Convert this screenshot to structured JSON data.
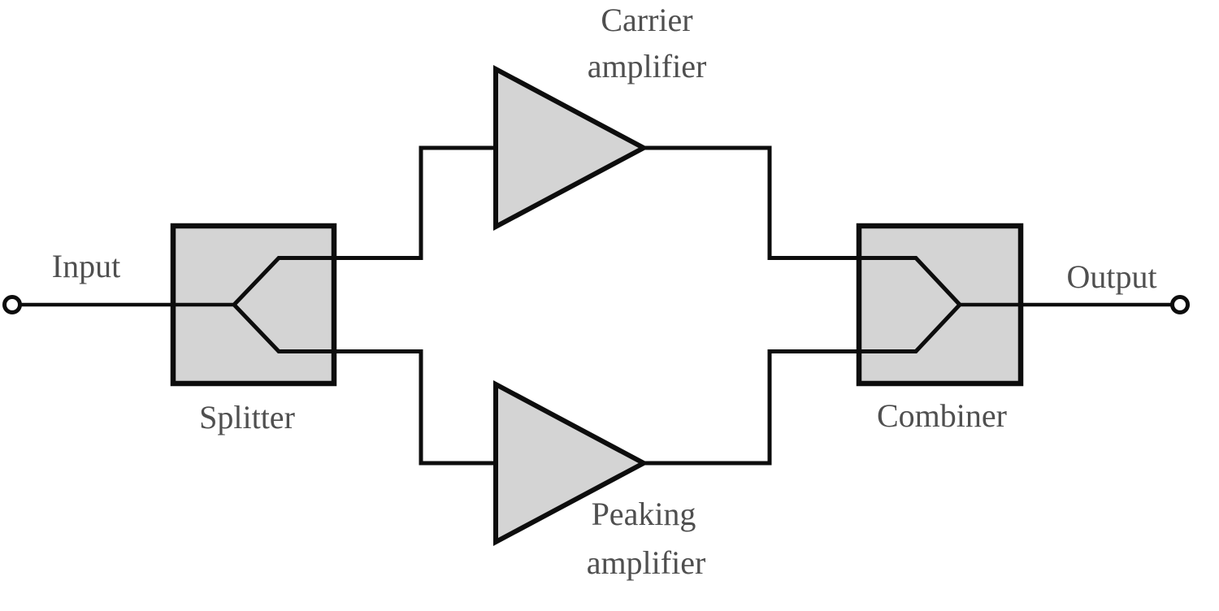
{
  "diagram": {
    "kind": "block-diagram",
    "labels": {
      "input": "Input",
      "output": "Output",
      "splitter": "Splitter",
      "combiner": "Combiner",
      "carrier_line1": "Carrier",
      "carrier_line2": "amplifier",
      "peaking_line1": "Peaking",
      "peaking_line2": "amplifier"
    },
    "components": [
      {
        "id": "input-terminal",
        "label": "Input",
        "type": "terminal"
      },
      {
        "id": "splitter",
        "label": "Splitter",
        "type": "power-splitter"
      },
      {
        "id": "carrier-amplifier",
        "label": "Carrier amplifier",
        "type": "amplifier"
      },
      {
        "id": "peaking-amplifier",
        "label": "Peaking amplifier",
        "type": "amplifier"
      },
      {
        "id": "combiner",
        "label": "Combiner",
        "type": "power-combiner"
      },
      {
        "id": "output-terminal",
        "label": "Output",
        "type": "terminal"
      }
    ],
    "connections": [
      {
        "from": "input-terminal",
        "to": "splitter"
      },
      {
        "from": "splitter",
        "to": "carrier-amplifier"
      },
      {
        "from": "splitter",
        "to": "peaking-amplifier"
      },
      {
        "from": "carrier-amplifier",
        "to": "combiner"
      },
      {
        "from": "peaking-amplifier",
        "to": "combiner"
      },
      {
        "from": "combiner",
        "to": "output-terminal"
      }
    ],
    "colors": {
      "background": "#ffffff",
      "block_fill": "#d4d4d4",
      "line": "#0d0d0d",
      "text": "#4f4f4f"
    }
  }
}
